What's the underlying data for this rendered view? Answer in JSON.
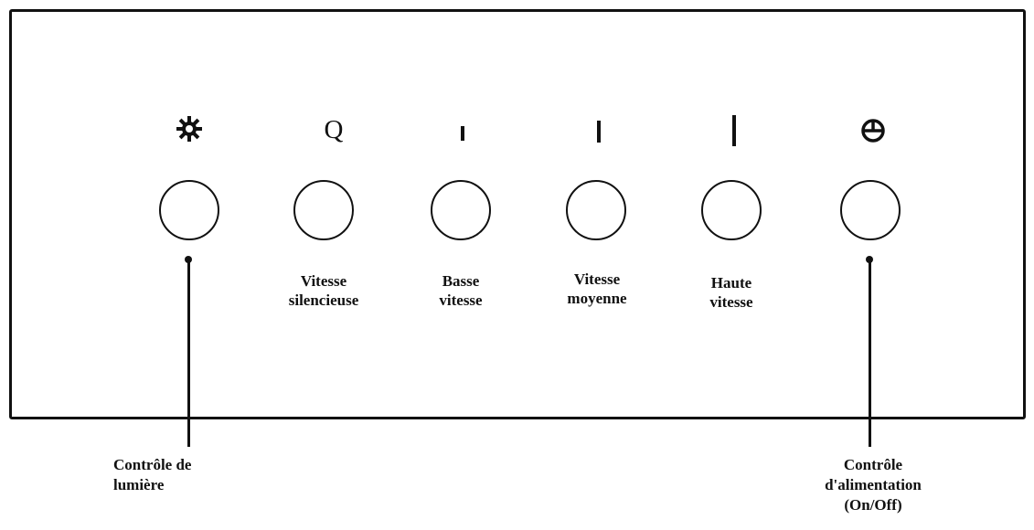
{
  "panel": {
    "buttons": [
      {
        "id": "light",
        "icon": "sun-icon"
      },
      {
        "id": "silent",
        "icon": "q-icon",
        "icon_text": "Q",
        "label_lines": [
          "Vitesse",
          "silencieuse"
        ]
      },
      {
        "id": "low",
        "icon": "short-bar-icon",
        "label_lines": [
          "Basse",
          "vitesse"
        ]
      },
      {
        "id": "medium",
        "icon": "medium-bar-icon",
        "label_lines": [
          "Vitesse",
          "moyenne"
        ]
      },
      {
        "id": "high",
        "icon": "tall-bar-icon",
        "label_lines": [
          "Haute",
          "vitesse"
        ]
      },
      {
        "id": "power",
        "icon": "power-icon"
      }
    ]
  },
  "callouts": {
    "light": [
      "Contrôle de",
      "lumière"
    ],
    "power": [
      "Contrôle",
      "d'alimentation",
      "(On/Off)"
    ]
  }
}
